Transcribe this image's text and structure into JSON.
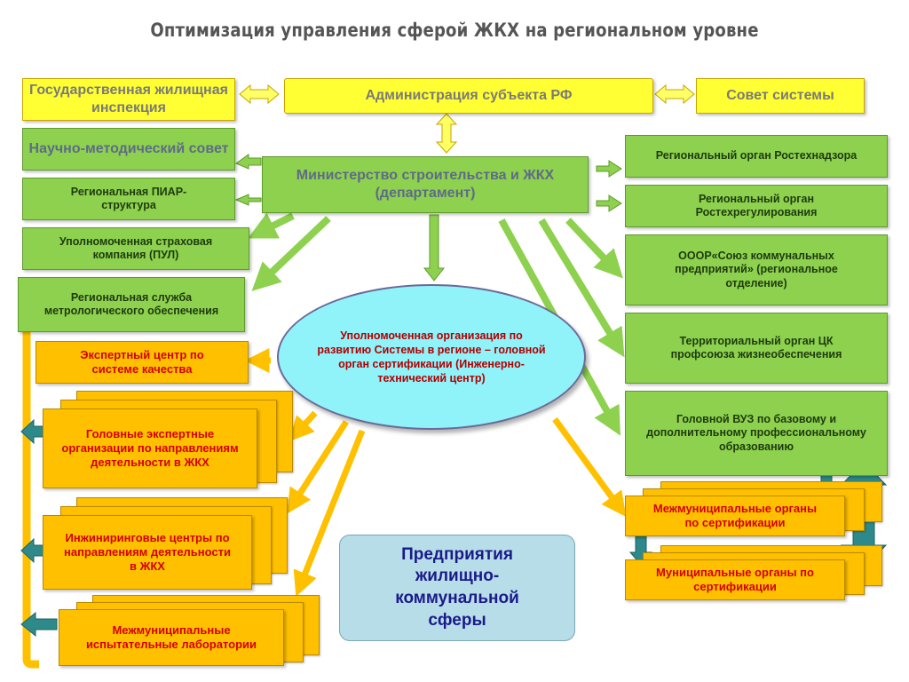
{
  "title": "Оптимизация управления сферой  ЖКХ  на региональном уровне",
  "top": {
    "inspection": "Государственная жилищная инспекция",
    "administration": "Администрация субъекта РФ",
    "council": "Совет системы"
  },
  "ministry": "Министерство строительства и ЖКХ (департамент)",
  "left_green": [
    "Научно-методический совет",
    "Региональная ПИАР-структура",
    "Уполномоченная страховая компания  (ПУЛ)",
    "Региональная служба метрологического обеспечения"
  ],
  "right_green": [
    "Региональный орган Ростехнадзора",
    "Региональный орган Ростехрегулирования",
    "ОООР«Союз коммунальных предприятий» (региональное отделение)",
    "Территориальный орган ЦК профсоюза жизнеобеспечения",
    "Головной ВУЗ по базовому и дополнительному профессиональному образованию"
  ],
  "center": "Уполномоченная организация по развитию Системы в регионе – головной орган сертификации (Инженерно-технический центр)",
  "left_orange": [
    "Экспертный центр по системе качества",
    "Головные экспертные организации по направлениям деятельности в ЖКХ",
    "Инжиниринговые центры по направлениям деятельности в ЖКХ",
    "Межмуниципальные испытательные лаборатории"
  ],
  "right_orange": [
    "Межмуниципальные органы по сертификации",
    "Муниципальные органы по сертификации"
  ],
  "enterprises": "Предприятия жилищно-коммунальной сферы",
  "colors": {
    "yellow": "#ffff33",
    "green": "#8dd14f",
    "orange": "#ffc000",
    "cyan": "#91f3fa",
    "teal": "#2e8a8a"
  }
}
